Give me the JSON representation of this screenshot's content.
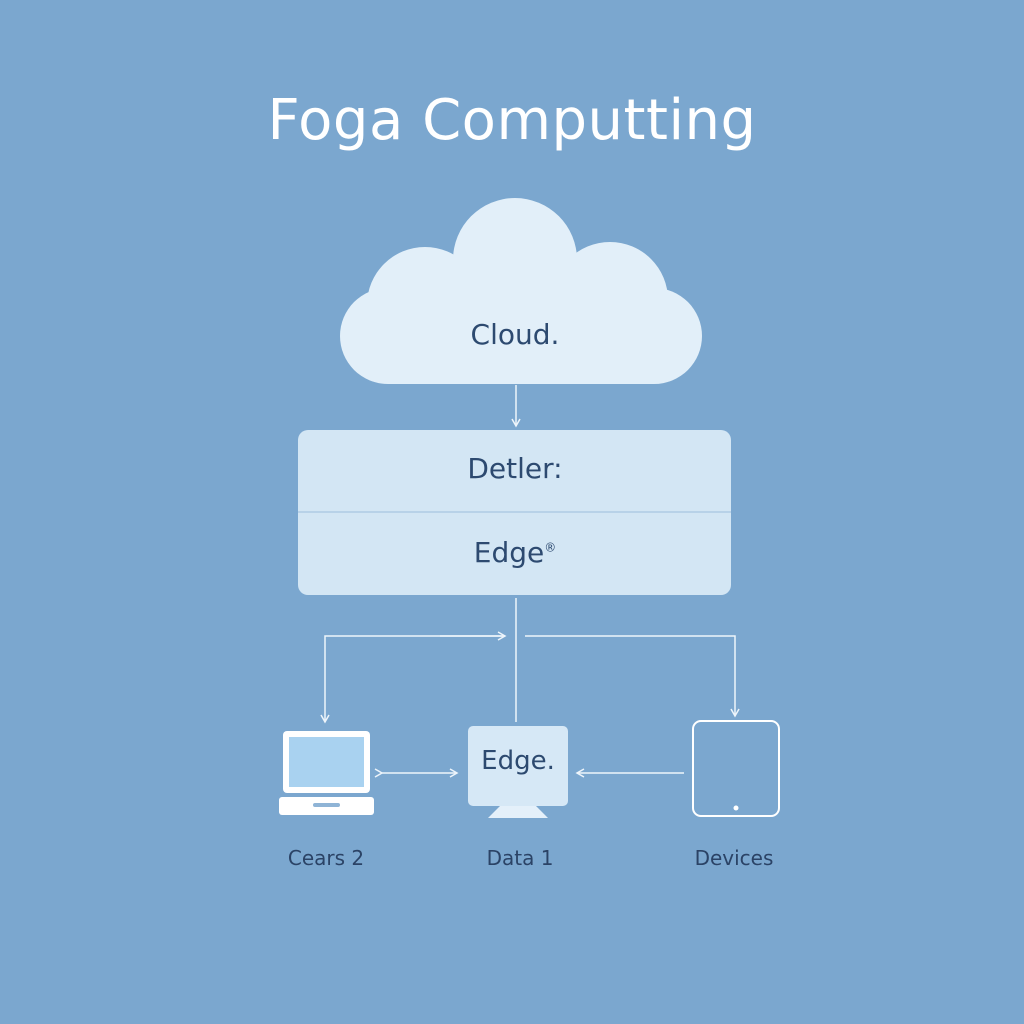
{
  "title": "Foga Computting",
  "cloud": {
    "label": "Cloud."
  },
  "layer": {
    "top_label": "Detler:",
    "bottom_label": "Edge",
    "bottom_mark": "®"
  },
  "nodes": {
    "left": {
      "label": "Cears 2",
      "icon": "laptop-icon"
    },
    "middle": {
      "label": "Data 1",
      "inner_label": "Edge.",
      "icon": "monitor-icon"
    },
    "right": {
      "label": "Devices",
      "icon": "tablet-icon"
    }
  },
  "colors": {
    "background": "#7ba7cf",
    "panel": "#d3e6f4",
    "cloud": "#e2eff9",
    "line": "#eef5fb",
    "text": "#2d4a70"
  }
}
